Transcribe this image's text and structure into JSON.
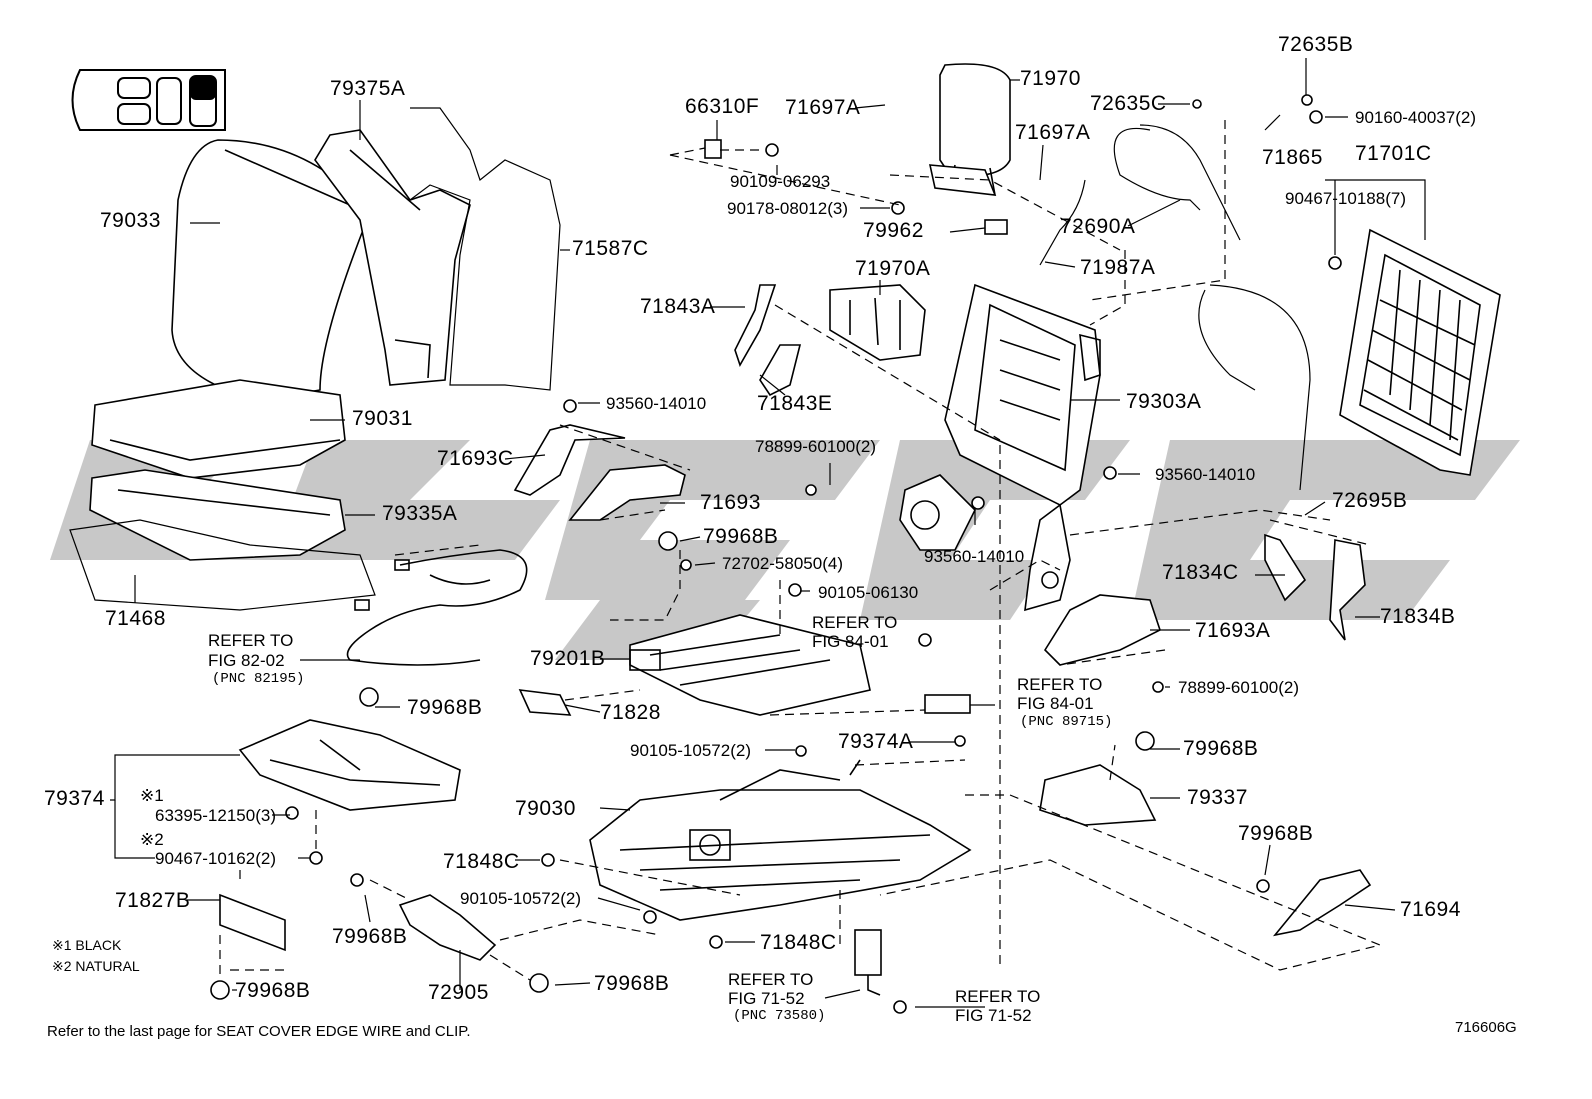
{
  "diagram": {
    "figure_id": "716606G",
    "footer_note": "Refer to the last page for SEAT COVER EDGE WIRE and CLIP.",
    "legend": {
      "black": "※1 BLACK",
      "natural": "※2 NATURAL"
    },
    "parts": {
      "p79375A": "79375A",
      "p79033": "79033",
      "p71587C": "71587C",
      "p79031": "79031",
      "p79335A": "79335A",
      "p71468": "71468",
      "p66310F": "66310F",
      "p90109_06293": "90109-06293",
      "p71697A_1": "71697A",
      "p71697A_2": "71697A",
      "p71970": "71970",
      "p90178_08012": "90178-08012(3)",
      "p79962": "79962",
      "p71970A": "71970A",
      "p71987A": "71987A",
      "p72635B": "72635B",
      "p72635C": "72635C",
      "p90160_40037": "90160-40037(2)",
      "p71865": "71865",
      "p71701C": "71701C",
      "p90467_10188": "90467-10188(7)",
      "p72690A": "72690A",
      "p71843A": "71843A",
      "p71843E": "71843E",
      "p93560_14010_a": "93560-14010",
      "p71693C": "71693C",
      "p71693": "71693",
      "p79303A": "79303A",
      "p78899_60100_a": "78899-60100(2)",
      "p93560_14010_b": "93560-14010",
      "p93560_14010_c": "93560-14010",
      "p72695B": "72695B",
      "p79968B_a": "79968B",
      "p72702_58050": "72702-58050(4)",
      "p90105_06130": "90105-06130",
      "p71834C": "71834C",
      "p71834B": "71834B",
      "p71693A": "71693A",
      "p79201B": "79201B",
      "p71828": "71828",
      "p78899_60100_b": "78899-60100(2)",
      "p79968B_b": "79968B",
      "p79374": "79374",
      "p63395_12150": "63395-12150(3)",
      "p90467_10162": "90467-10162(2)",
      "p90105_10572_a": "90105-10572(2)",
      "p79374A": "79374A",
      "p79968B_c": "79968B",
      "p79337": "79337",
      "p79030": "79030",
      "p71848C_a": "71848C",
      "p90105_10572_b": "90105-10572(2)",
      "p79968B_d": "79968B",
      "p71694": "71694",
      "p71827B": "71827B",
      "p79968B_e": "79968B",
      "p71848C_b": "71848C",
      "p72905": "72905",
      "p79968B_f": "79968B",
      "p79968B_g": "79968B"
    },
    "marks": {
      "m1": "※1",
      "m2": "※2"
    },
    "refs": {
      "r1_a": "REFER TO",
      "r1_b": "FIG 82-02",
      "r1_c": "(PNC 82195)",
      "r2_a": "REFER TO",
      "r2_b": "FIG 84-01",
      "r3_a": "REFER TO",
      "r3_b": "FIG 84-01",
      "r3_c": "(PNC 89715)",
      "r4_a": "REFER TO",
      "r4_b": "FIG 71-52",
      "r4_c": "(PNC 73580)",
      "r5_a": "REFER TO",
      "r5_b": "FIG 71-52"
    }
  }
}
